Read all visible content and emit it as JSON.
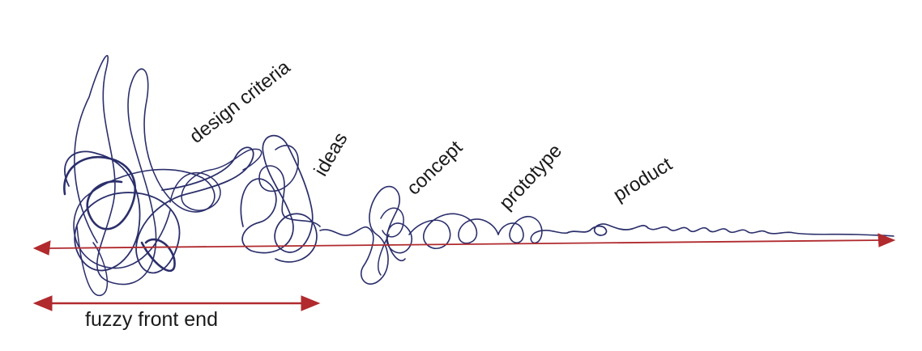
{
  "labels": {
    "design_criteria": "design criteria",
    "ideas": "ideas",
    "concept": "concept",
    "prototype": "prototype",
    "product": "product",
    "fuzzy_front_end": "fuzzy front end"
  },
  "colors": {
    "squiggle": "#2b2f6b",
    "arrow": "#b02a2e",
    "text": "#1a1a1a",
    "border_grey": "#e8e8e8"
  }
}
